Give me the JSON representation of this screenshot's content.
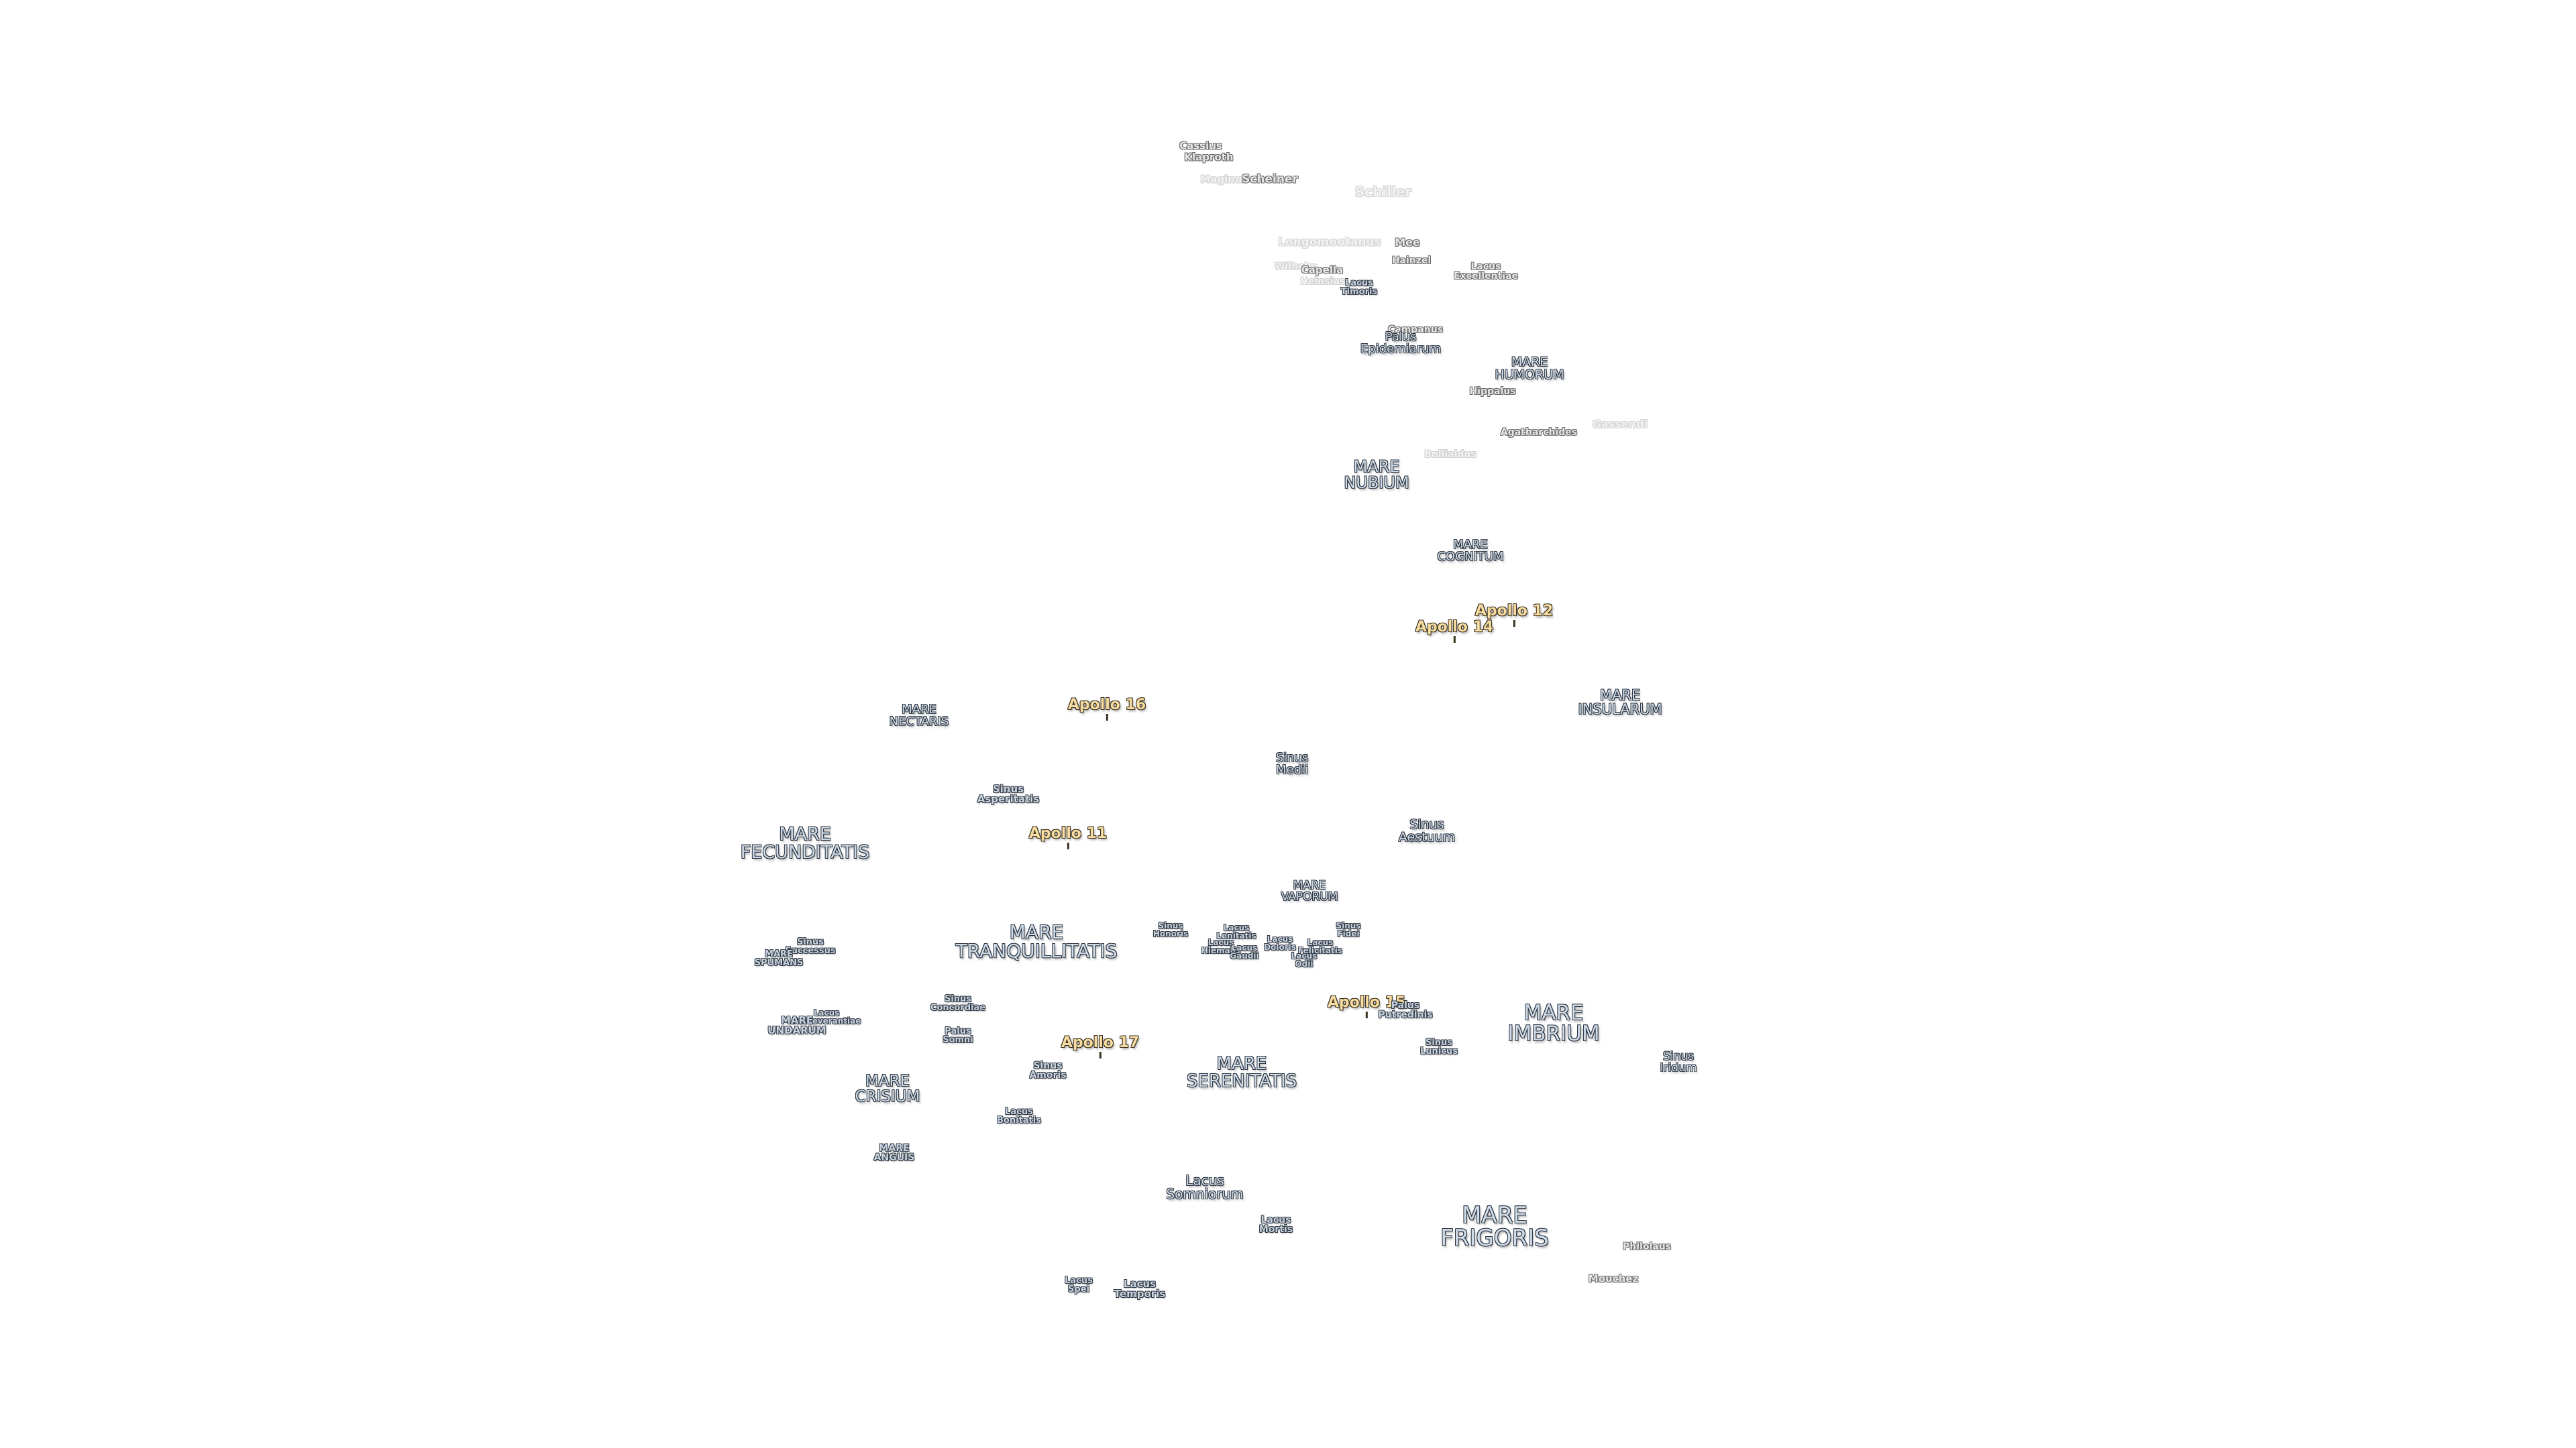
{
  "labels": {
    "cassius": "Cassius",
    "klaproth": "Klaproth",
    "maginus": "Maginus",
    "scheiner": "Scheiner",
    "schiller": "Schiller",
    "longomontanus": "Longomontanus",
    "wilhelm": "Wilhelm",
    "heinsius": "Heinsius",
    "capella": "Capella",
    "mee": "Mee",
    "hainzel": "Hainzel",
    "lacus_excellentiae": [
      "Lacus",
      "Excellentiae"
    ],
    "lacus_timoris": [
      "Lacus",
      "Timoris"
    ],
    "campanus": "Campanus",
    "palus_epidemiarum": [
      "Palus",
      "Epidemiarum"
    ],
    "mare_humorum": [
      "MARE",
      "HUMORUM"
    ],
    "hippalus": "Hippalus",
    "agatharchides": "Agatharchides",
    "gassendi": "Gassendi",
    "bullialdus": "Bullialdus",
    "mare_nubium": [
      "MARE",
      "NUBIUM"
    ],
    "mare_cognitum": [
      "MARE",
      "COGNITUM"
    ],
    "apollo_12": "Apollo 12",
    "apollo_14": "Apollo 14",
    "mare_insularum": [
      "MARE",
      "INSULARUM"
    ],
    "mare_nectaris": [
      "MARE",
      "NECTARIS"
    ],
    "apollo_16": "Apollo 16",
    "sinus_medii": [
      "Sinus",
      "Medii"
    ],
    "sinus_asperitatis": [
      "Sinus",
      "Asperitatis"
    ],
    "sinus_aestuum": [
      "Sinus",
      "Aestuum"
    ],
    "mare_fecunditatis": [
      "MARE",
      "FECUNDITATIS"
    ],
    "apollo_11": "Apollo 11",
    "mare_vaporum": [
      "MARE",
      "VAPORUM"
    ],
    "mare_tranquillitatis": [
      "MARE",
      "TRANQUILLITATIS"
    ],
    "sinus_honoris": [
      "Sinus",
      "Honoris"
    ],
    "lacus_lenitatis": [
      "Lacus",
      "Lenitatis"
    ],
    "lacus_hiemalis": [
      "Lacus",
      "Hiemalis"
    ],
    "lacus_gaudii": [
      "Lacus",
      "Gaudii"
    ],
    "lacus_doloris": [
      "Lacus",
      "Doloris"
    ],
    "sinus_fidei": [
      "Sinus",
      "Fidei"
    ],
    "lacus_felicitatis": [
      "Lacus",
      "Felicitatis"
    ],
    "lacus_odii": [
      "Lacus",
      "Odii"
    ],
    "sinus_successus": [
      "Sinus",
      "Successus"
    ],
    "mare_spumans": [
      "MARE",
      "SPUMANS"
    ],
    "sinus_concordiae": [
      "Sinus",
      "Concordiae"
    ],
    "apollo_15": "Apollo 15",
    "sinus_lunicus_top": [
      "Sinus"
    ],
    "palus_putredinis": [
      "Palus",
      "Putredinis"
    ],
    "mare_imbrium": [
      "MARE",
      "IMBRIUM"
    ],
    "lacus_perseverantiae": [
      "Lacus",
      "Perseverantiae"
    ],
    "mare_undarum": [
      "MARE",
      "UNDARUM"
    ],
    "palus_somni": [
      "Palus",
      "Somni"
    ],
    "apollo_17": "Apollo 17",
    "sinus_lunicus": [
      "Sinus",
      "Lunicus"
    ],
    "sinus_amoris": [
      "Sinus",
      "Amoris"
    ],
    "mare_serenitatis": [
      "MARE",
      "SERENITATIS"
    ],
    "sinus_iridum": [
      "Sinus",
      "Iridum"
    ],
    "mare_crisium": [
      "MARE",
      "CRISIUM"
    ],
    "lacus_bonitatis": [
      "Lacus",
      "Bonitatis"
    ],
    "mare_anguis": [
      "MARE",
      "ANGUIS"
    ],
    "lacus_somniorum": [
      "Lacus",
      "Somniorum"
    ],
    "lacus_mortis": [
      "Lacus",
      "Mortis"
    ],
    "mare_frigoris": [
      "MARE",
      "FRIGORIS"
    ],
    "philolaus": "Philolaus",
    "mouchez": "Mouchez",
    "lacus_spei": [
      "Lacus",
      "Spei"
    ],
    "lacus_temporis": [
      "Lacus",
      "Temporis"
    ]
  }
}
